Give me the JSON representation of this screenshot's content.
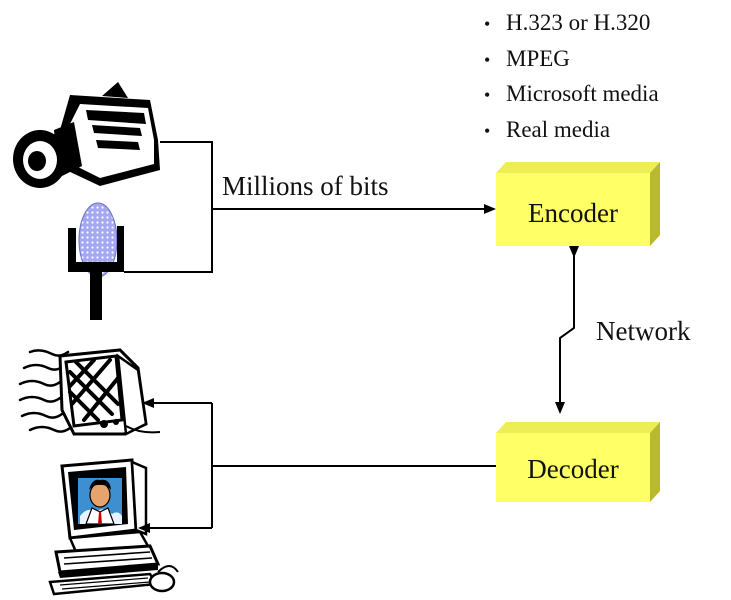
{
  "formats": [
    "H.323 or H.320",
    "MPEG",
    "Microsoft media",
    "Real media"
  ],
  "labels": {
    "input_link": "Millions of bits",
    "encoder": "Encoder",
    "decoder": "Decoder",
    "network": "Network"
  },
  "colors": {
    "box_front": "#ffff66",
    "box_top": "#eded55",
    "box_side": "#b9b930",
    "line": "#000000",
    "microphone": "#9fa4ee"
  },
  "icons": {
    "camera": "video-camera-icon",
    "microphone": "microphone-icon",
    "television": "television-icon",
    "computer": "desktop-computer-icon"
  }
}
